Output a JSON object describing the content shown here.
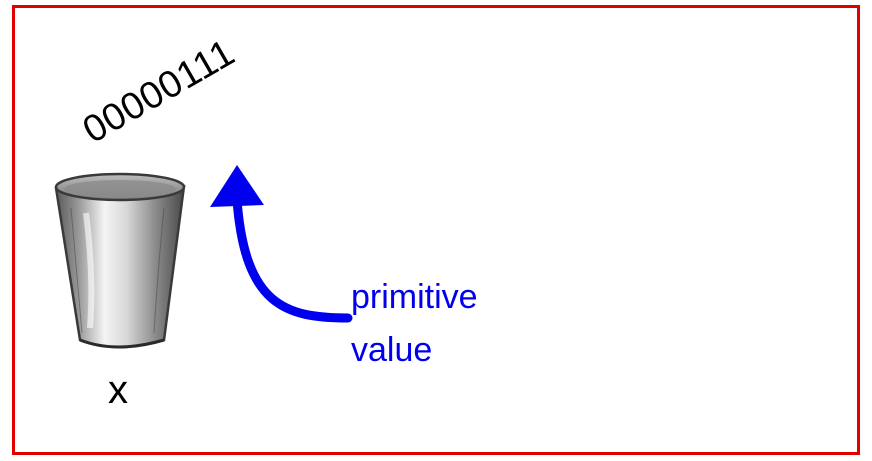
{
  "diagram": {
    "value_bits": "00000111",
    "annotation_line1": "primitive",
    "annotation_line2": "value",
    "variable_name": "x"
  },
  "colors": {
    "frame": "#e00000",
    "arrow": "#0000ee",
    "annotation_text": "#0000ee",
    "text": "#000000"
  },
  "icons": {
    "cup": "cup-icon",
    "arrow": "curved-arrow-icon"
  }
}
